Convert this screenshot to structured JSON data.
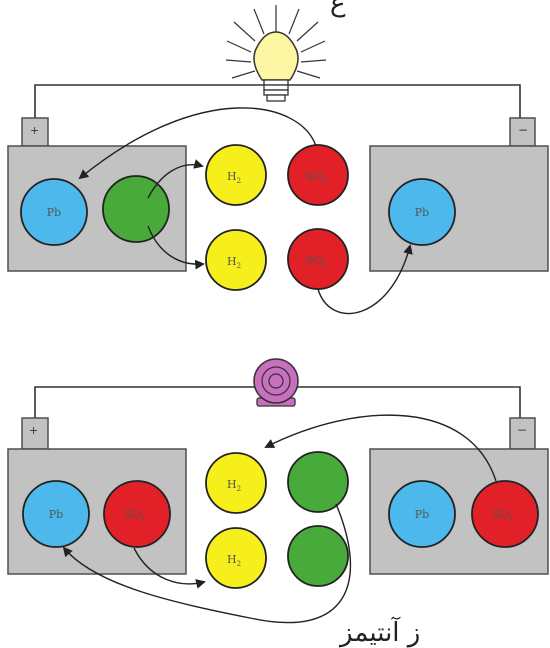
{
  "texts": {
    "top_fragment": "ع",
    "bottom_fragment": "ز آنتیمز"
  },
  "colors": {
    "cell_fill": "#c2c2c2",
    "cell_stroke": "#4f4f4f",
    "lead": "#4cb8ec",
    "sulfate": "#e12027",
    "hydrogen": "#f6ef1c",
    "oxygen": "#49aa3c",
    "bulb_glow": "#fdf7a3",
    "motor": "#c86fc0"
  },
  "labels": {
    "lead": "Pb",
    "h": "H",
    "h_sub": "2",
    "so": "SO",
    "so_sub": "4",
    "plus": "+",
    "minus": "−"
  },
  "icons": {
    "top": "light-bulb-icon",
    "bottom": "motor-icon"
  }
}
